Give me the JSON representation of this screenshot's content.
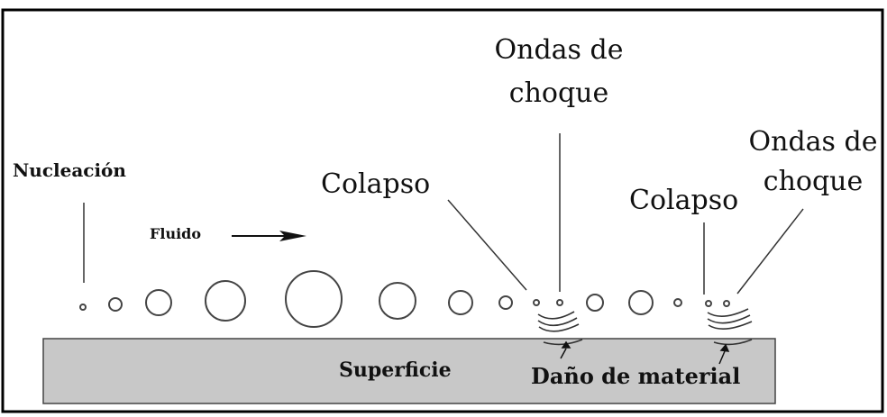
{
  "labels": {
    "nucleacion": "Nucleación",
    "fluido": "Fluido",
    "colapso_1": "Colapso",
    "ondas_1_line1": "Ondas de",
    "ondas_1_line2": "choque",
    "colapso_2": "Colapso",
    "ondas_2_line1": "Ondas de",
    "ondas_2_line2": "choque",
    "superficie": "Superficie",
    "dano": "Daño de material"
  },
  "colors": {
    "border": "#000000",
    "surface_fill": "#c8c8c8",
    "line": "#333333"
  }
}
